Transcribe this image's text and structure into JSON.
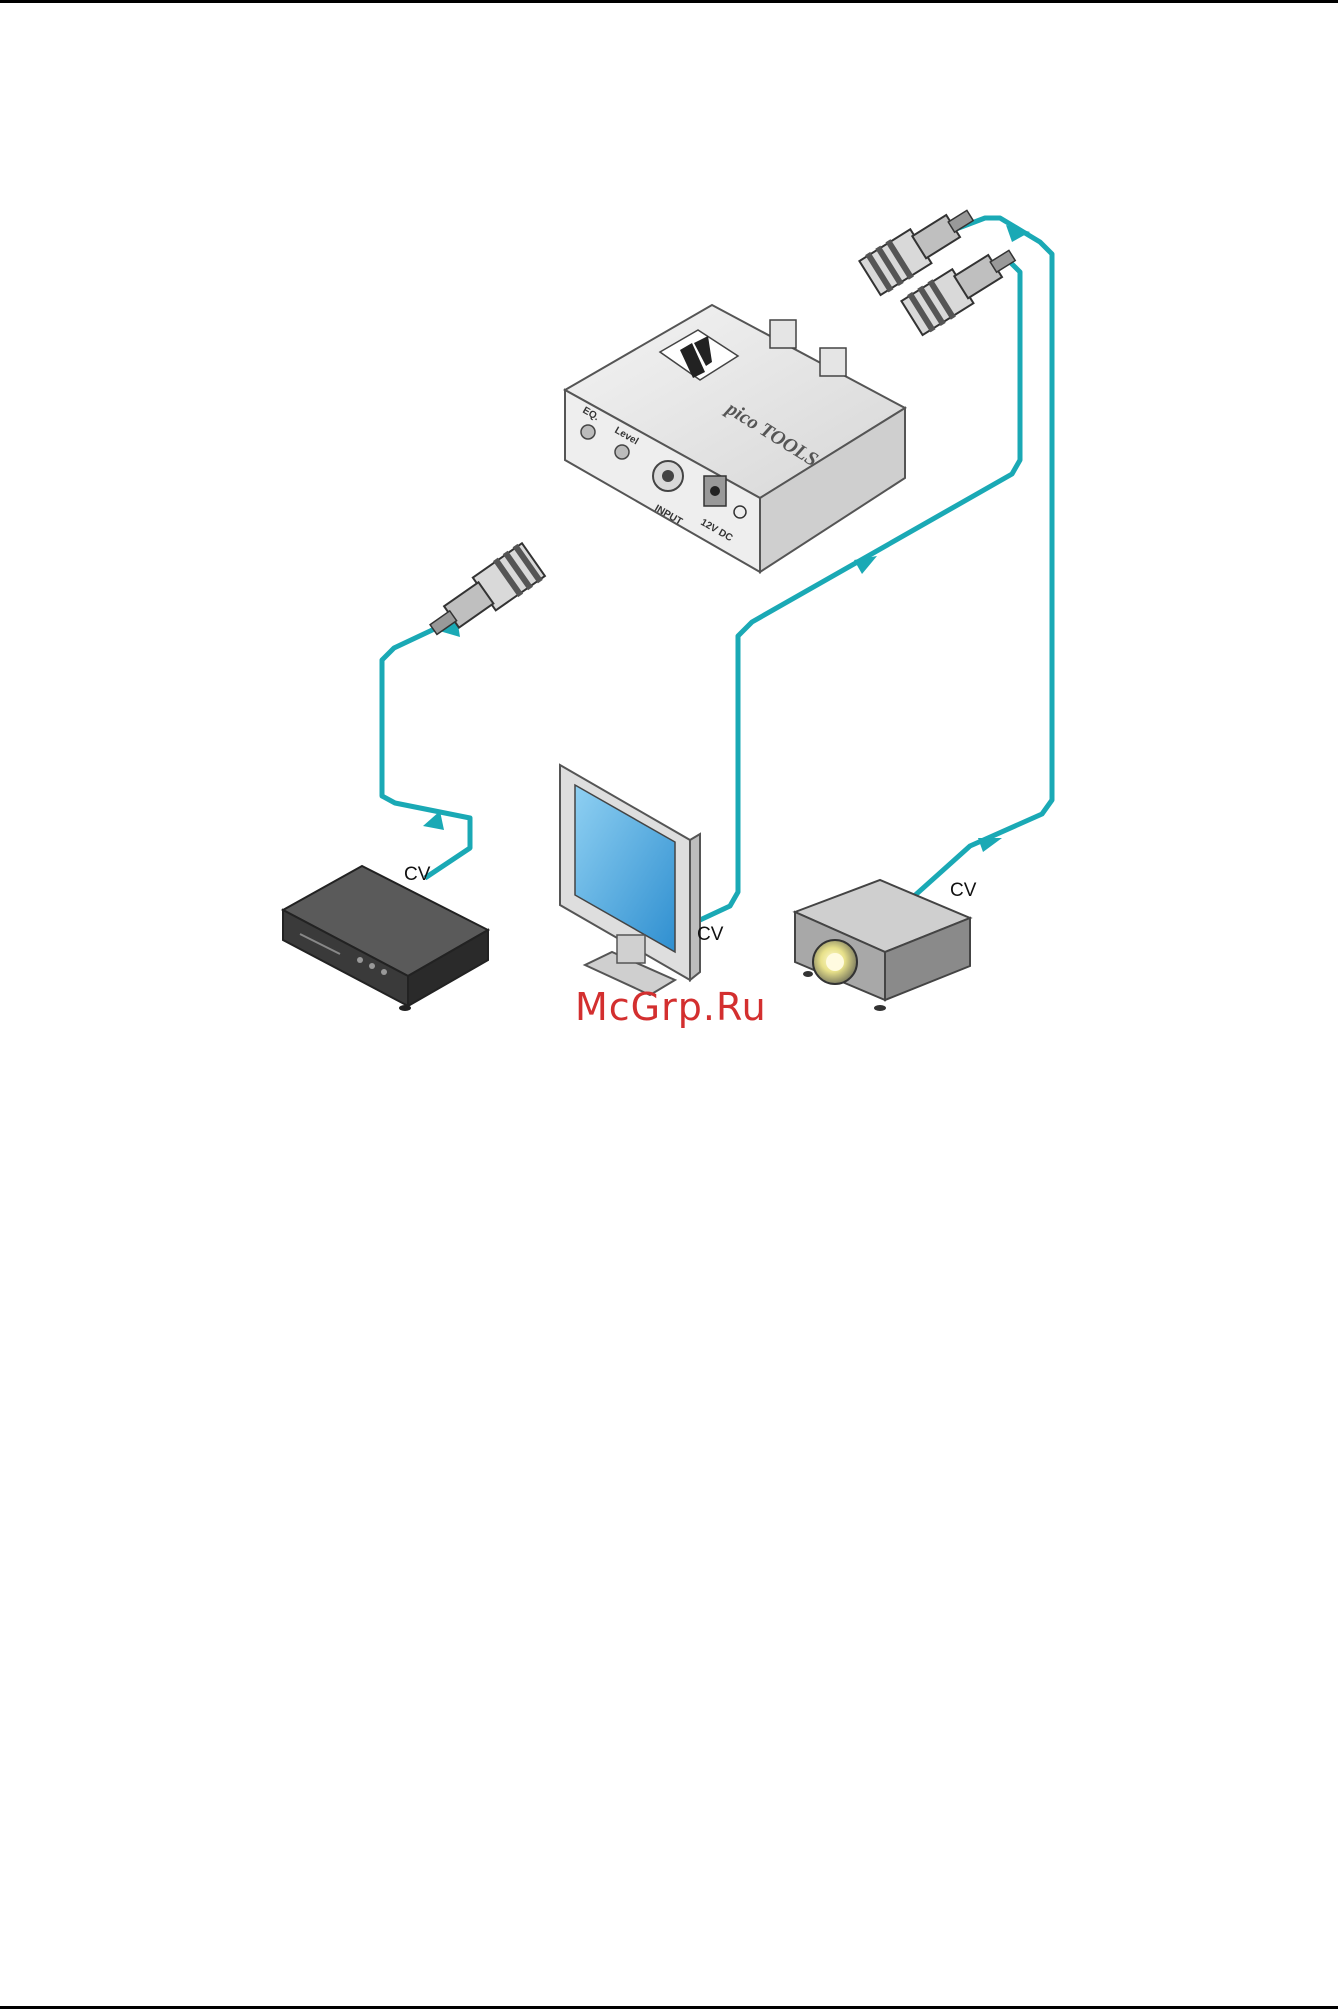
{
  "colors": {
    "cable": "#1aa9b5",
    "watermark": "#d32f2f",
    "device_body": "#e9e9e9",
    "screen": "#63b9e8"
  },
  "device": {
    "brand_mark": "pico TOOLS",
    "labels": {
      "eq": "EQ.",
      "level": "Level",
      "input": "INPUT",
      "power": "12V DC"
    }
  },
  "connections": [
    {
      "label": "CV"
    },
    {
      "label": "CV"
    },
    {
      "label": "CV"
    }
  ],
  "icons": {
    "source": "dvd-player-icon",
    "display": "monitor-icon",
    "projector": "projector-icon",
    "amplifier": "distribution-amplifier-icon"
  },
  "watermark": "McGrp.Ru"
}
